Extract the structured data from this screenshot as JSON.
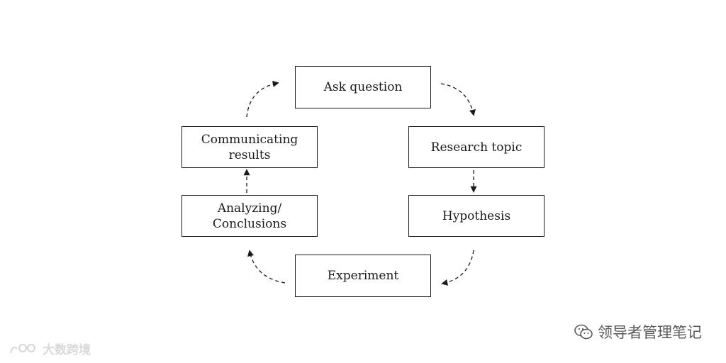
{
  "diagram": {
    "steps": {
      "ask": "Ask question",
      "research": "Research topic",
      "hypothesis": "Hypothesis",
      "experiment": "Experiment",
      "analyzing": "Analyzing/\nConclusions",
      "communicating": "Communicating\nresults"
    }
  },
  "watermarks": {
    "right": "领导者管理笔记",
    "left": "大数跨境"
  },
  "colors": {
    "stroke": "#1a1a1a",
    "watermark_right": "#5a5a5a",
    "watermark_left": "#d9d9d9"
  }
}
